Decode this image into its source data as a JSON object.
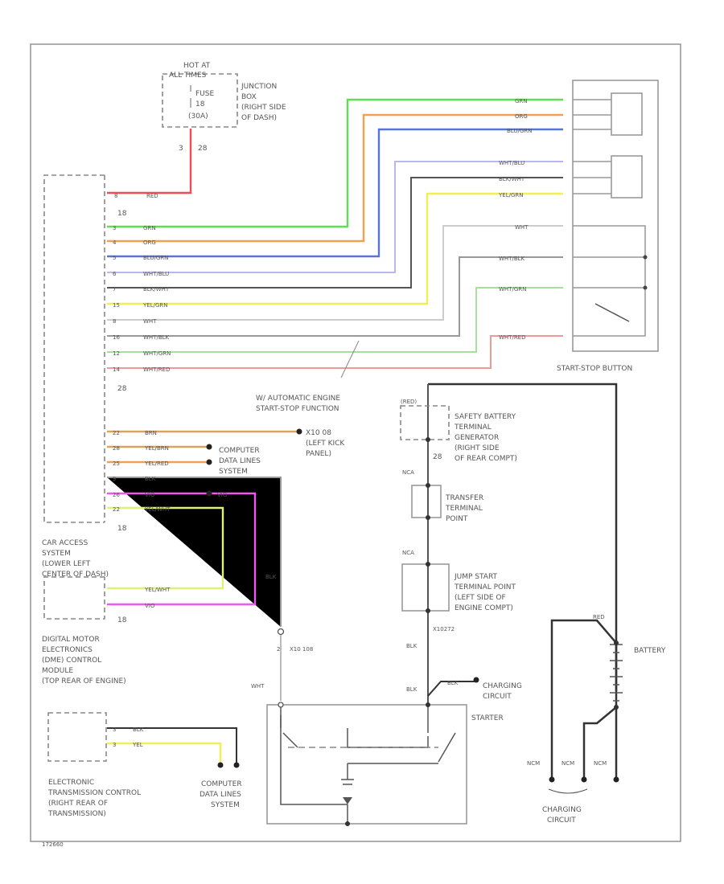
{
  "fuse_block": {
    "hot_at": "HOT AT",
    "all_times": "ALL TIMES",
    "fuse": "FUSE",
    "fuse_number": "18",
    "amps": "(30A)",
    "pins": [
      "3",
      "28"
    ]
  },
  "junction_box": [
    "JUNCTION",
    "BOX",
    "(RIGHT SIDE",
    "OF DASH)"
  ],
  "car_access": {
    "label": [
      "CAR ACCESS",
      "SYSTEM",
      "(LOWER LEFT",
      "CENTER OF DASH)"
    ],
    "connector_a": "18",
    "connector_b": "28",
    "connector_c": "18"
  },
  "dme": {
    "label": [
      "DIGITAL MOTOR",
      "ELECTRONICS",
      "(DME) CONTROL",
      "MODULE",
      "(TOP REAR OF ENGINE)"
    ],
    "connector": "18"
  },
  "etc": {
    "label": [
      "ELECTRONIC",
      "TRANSMISSION CONTROL",
      "(RIGHT REAR OF",
      "TRANSMISSION)"
    ]
  },
  "start_stop_button": {
    "label": "START-STOP BUTTON"
  },
  "auto_start_stop": [
    "W/ AUTOMATIC ENGINE",
    "START-STOP FUNCTION"
  ],
  "x10_x8": [
    "X10 08",
    "(LEFT KICK",
    "PANEL)"
  ],
  "cdl_upper": [
    "COMPUTER",
    "DATA LINES",
    "SYSTEM"
  ],
  "cdl_lower": [
    "COMPUTER",
    "DATA LINES",
    "SYSTEM"
  ],
  "safety_terminal": {
    "tag": "(RED)",
    "label": [
      "SAFETY BATTERY",
      "TERMINAL",
      "GENERATOR",
      "(RIGHT SIDE",
      "OF REAR COMPT)"
    ],
    "pin": "28"
  },
  "transfer_point": {
    "tag": "NCA",
    "label": [
      "TRANSFER",
      "TERMINAL",
      "POINT"
    ]
  },
  "jump_start": {
    "tag": "NCA",
    "label": [
      "JUMP START",
      "TERMINAL POINT",
      "(LEFT SIDE OF",
      "ENGINE COMPT)"
    ],
    "code": "X10272"
  },
  "battery": {
    "label": "BATTERY",
    "tag": "RED"
  },
  "charging_circuit_top": [
    "CHARGING",
    "CIRCUIT"
  ],
  "charging_circuit_bottom": [
    "CHARGING",
    "CIRCUIT"
  ],
  "starter": {
    "label": "STARTER"
  },
  "wire_labels": {
    "red": "RED",
    "grn": "GRN",
    "org": "ORG",
    "blu_grn": "BLU/GRN",
    "wht_blu": "WHT/BLU",
    "blk_wht": "BLK/WHT",
    "yel_grn": "YEL/GRN",
    "wht": "WHT",
    "wht_blk": "WHT/BLK",
    "wht_grn": "WHT/GRN",
    "wht_red": "WHT/RED",
    "brn": "BRN",
    "yel_brn": "YEL/BRN",
    "yel_red": "YEL/RED",
    "blk": "BLK",
    "vio": "VIO",
    "yel_wht": "YEL/WHT",
    "yel": "YEL",
    "x10108": "X10 108",
    "pin2": "2",
    "mk_wht": "WHT",
    "ncm": "NCM"
  },
  "pins_left": [
    "8",
    "3",
    "4",
    "5",
    "6",
    "7",
    "15",
    "8",
    "16",
    "12",
    "14"
  ],
  "pins_lower": [
    "22",
    "28",
    "25",
    "9",
    "26",
    "22"
  ],
  "figure_id": "172660",
  "colors": {
    "red": "#ee4d55",
    "green": "#5ee14f",
    "orange": "#f5a050",
    "blue": "#5874d6",
    "lavender": "#b8b8ee",
    "black": "#333333",
    "yellow": "#eef053",
    "gray": "#aaaaaa",
    "lightgreen": "#a8dfa0",
    "pink": "#ee9a9a",
    "brown": "#d7a65a",
    "magenta": "#ef58ef",
    "palegreen": "#e0f07a"
  }
}
